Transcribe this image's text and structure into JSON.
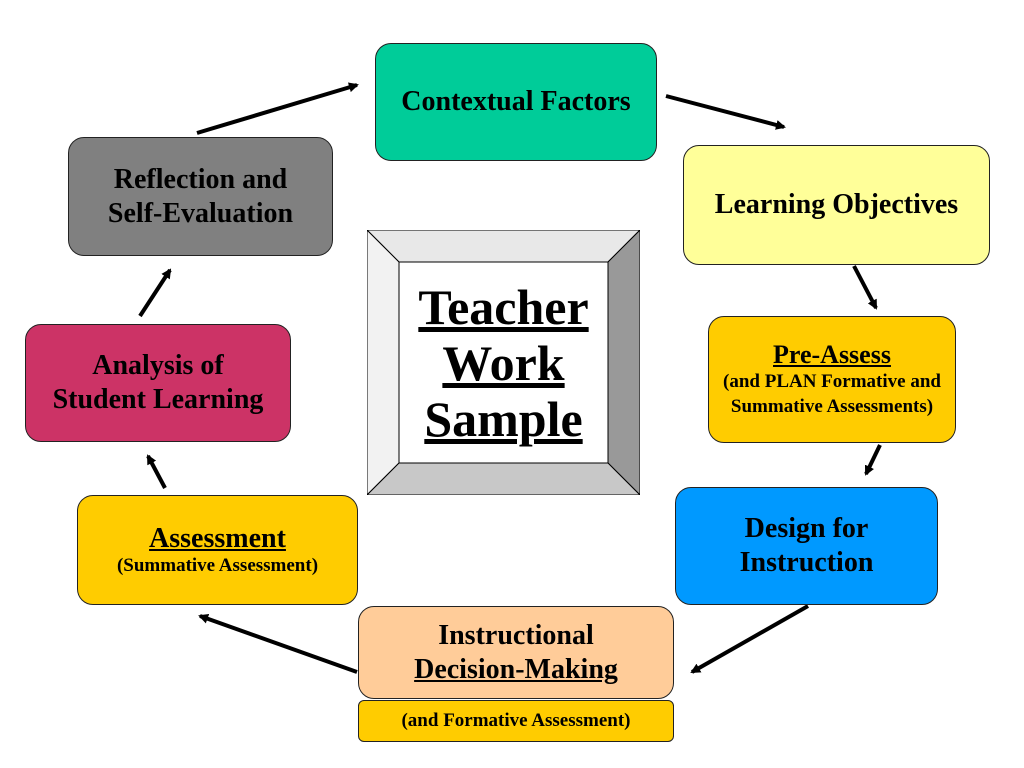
{
  "center": {
    "line1": "Teacher",
    "line2": "Work",
    "line3": "Sample"
  },
  "nodes": {
    "contextual": {
      "label": "Contextual Factors",
      "color": "#00CC99"
    },
    "objectives": {
      "label": "Learning Objectives",
      "color": "#FFFF99"
    },
    "preassess": {
      "title": "Pre-Assess",
      "sub": "(and PLAN Formative and Summative Assessments)",
      "color": "#FFCC00"
    },
    "design": {
      "line1": "Design for",
      "line2": "Instruction",
      "color": "#0099FF"
    },
    "decision": {
      "line1": "Instructional",
      "line2": "Decision-Making",
      "sub": "(and Formative Assessment)",
      "color": "#FFCC99",
      "sub_color": "#FFCC00"
    },
    "assessment": {
      "title": "Assessment",
      "sub": "(Summative Assessment)",
      "color": "#FFCC00"
    },
    "analysis": {
      "line1": "Analysis of",
      "line2": "Student Learning",
      "color": "#CC3366"
    },
    "reflection": {
      "line1": "Reflection and",
      "line2": "Self-Evaluation",
      "color": "#808080"
    }
  }
}
